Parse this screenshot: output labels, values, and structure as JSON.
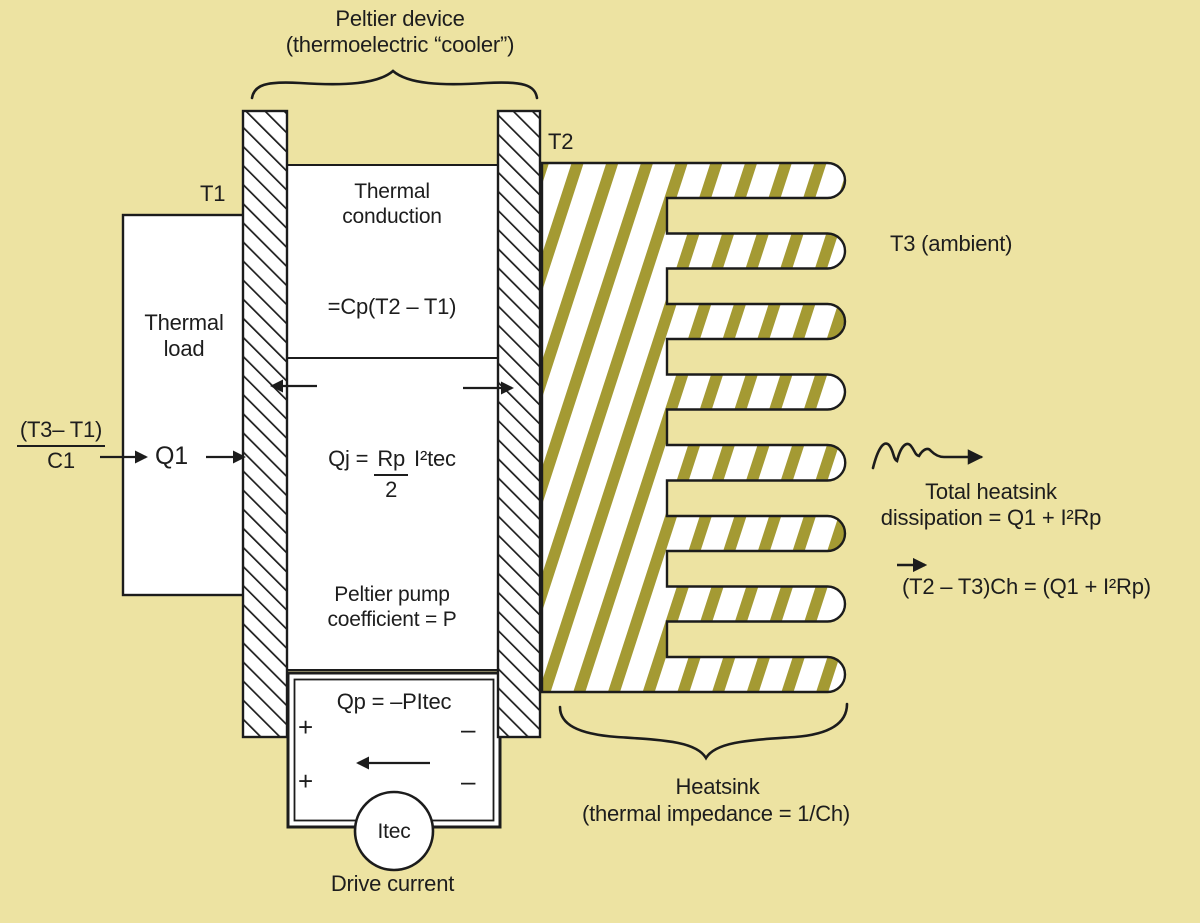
{
  "colors": {
    "background": "#EDE3A2",
    "heatsink_stripe": "#A49A33",
    "line": "#1C1C1C",
    "box_fill": "#FFFFFF"
  },
  "labels": {
    "peltier_device_line1": "Peltier device",
    "peltier_device_line2": "(thermoelectric “cooler”)",
    "t1": "T1",
    "t2": "T2",
    "t3": "T3 (ambient)",
    "thermal_load_line1": "Thermal",
    "thermal_load_line2": "load",
    "thermal_conduction_line1": "Thermal",
    "thermal_conduction_line2": "conduction",
    "conduction_eq": "=Cp(T2 – T1)",
    "qj_prefix": "Qj =",
    "qj_num": "Rp",
    "qj_den": "2",
    "qj_suffix": "I²tec",
    "peltier_pump_line1": "Peltier pump",
    "peltier_pump_line2": "coefficient = P",
    "qp_eq": "Qp = –PItec",
    "plus": "+",
    "minus": "–",
    "itec": "Itec",
    "drive_current": "Drive current",
    "q1": "Q1",
    "load_frac_num": "(T3– T1)",
    "load_frac_den": "C1",
    "dissipation_line1": "Total heatsink",
    "dissipation_line2": "dissipation = Q1 + I²Rp",
    "heatsink_eq": "(T2 – T3)Ch = (Q1 + I²Rp)",
    "heatsink_line1": "Heatsink",
    "heatsink_line2": "(thermal impedance = 1/Ch)"
  }
}
